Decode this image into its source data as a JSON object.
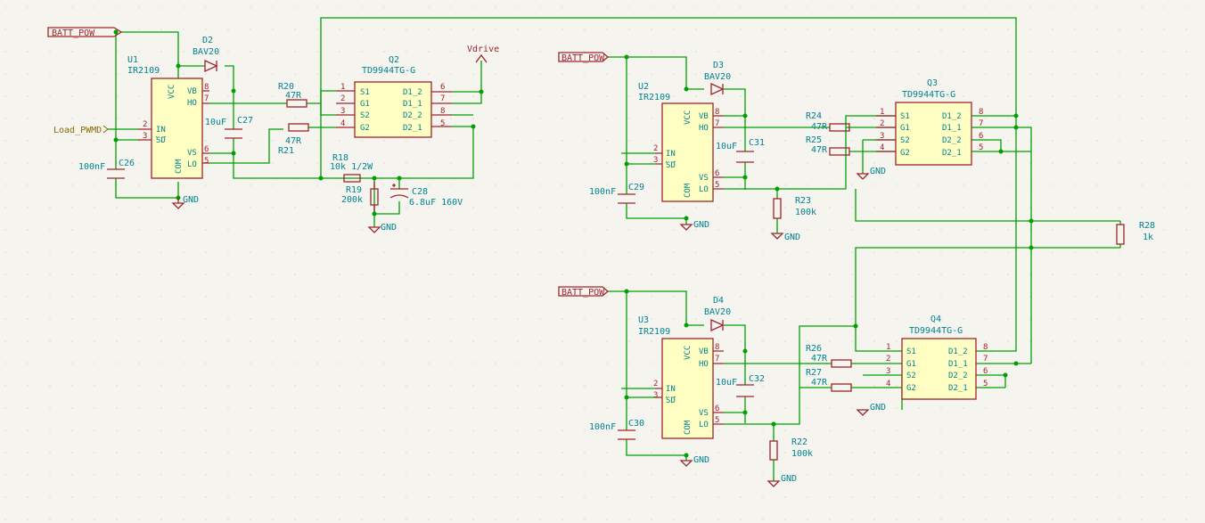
{
  "power_labels": {
    "batt": "BATT_POW",
    "load_pwm": "Load_PWMD",
    "vdrive": "Vdrive",
    "gnd": "GND"
  },
  "ics": {
    "u1": {
      "ref": "U1",
      "value": "IR2109"
    },
    "u2": {
      "ref": "U2",
      "value": "IR2109"
    },
    "u3": {
      "ref": "U3",
      "value": "IR2109"
    },
    "pins": {
      "vcc": "VCC",
      "com": "COM",
      "in": "IN",
      "sd": "SD",
      "vb": "VB",
      "ho": "HO",
      "vs": "VS",
      "lo": "LO",
      "n1": "1",
      "n2": "2",
      "n3": "3",
      "n4": "4",
      "n5": "5",
      "n6": "6",
      "n7": "7",
      "n8": "8"
    }
  },
  "mosfets": {
    "q2": {
      "ref": "Q2",
      "value": "TD9944TG-G"
    },
    "q3": {
      "ref": "Q3",
      "value": "TD9944TG-G"
    },
    "q4": {
      "ref": "Q4",
      "value": "TD9944TG-G"
    },
    "pins": {
      "s1": "S1",
      "g1": "G1",
      "s2": "S2",
      "g2": "G2",
      "d1_2": "D1_2",
      "d1_1": "D1_1",
      "d2_2": "D2_2",
      "d2_1": "D2_1"
    }
  },
  "diodes": {
    "d2": {
      "ref": "D2",
      "value": "BAV20"
    },
    "d3": {
      "ref": "D3",
      "value": "BAV20"
    },
    "d4": {
      "ref": "D4",
      "value": "BAV20"
    }
  },
  "resistors": {
    "r18": {
      "ref": "R18",
      "value": "10k 1/2W"
    },
    "r19": {
      "ref": "R19",
      "value": "200k"
    },
    "r20": {
      "ref": "R20",
      "value": "47R"
    },
    "r21": {
      "ref": "R21",
      "value": "47R"
    },
    "r22": {
      "ref": "R22",
      "value": "100k"
    },
    "r23": {
      "ref": "R23",
      "value": "100k"
    },
    "r24": {
      "ref": "R24",
      "value": "47R"
    },
    "r25": {
      "ref": "R25",
      "value": "47R"
    },
    "r26": {
      "ref": "R26",
      "value": "47R"
    },
    "r27": {
      "ref": "R27",
      "value": "47R"
    },
    "r28": {
      "ref": "R28",
      "value": "1k"
    }
  },
  "capacitors": {
    "c26": {
      "ref": "C26",
      "value": "100nF"
    },
    "c27": {
      "ref": "C27",
      "value": "10uF"
    },
    "c28": {
      "ref": "C28",
      "value": "6.8uF 160V"
    },
    "c29": {
      "ref": "C29",
      "value": "100nF"
    },
    "c30": {
      "ref": "C30",
      "value": "100nF"
    },
    "c31": {
      "ref": "C31",
      "value": "10uF"
    },
    "c32": {
      "ref": "C32",
      "value": "10uF"
    }
  },
  "colors": {
    "wire": "#00a000",
    "component": "#a0242c",
    "ic_fill": "#ffffc4",
    "reference_text": "#00838f",
    "label_text": "#8a6b00",
    "background": "#f5f4ef"
  }
}
